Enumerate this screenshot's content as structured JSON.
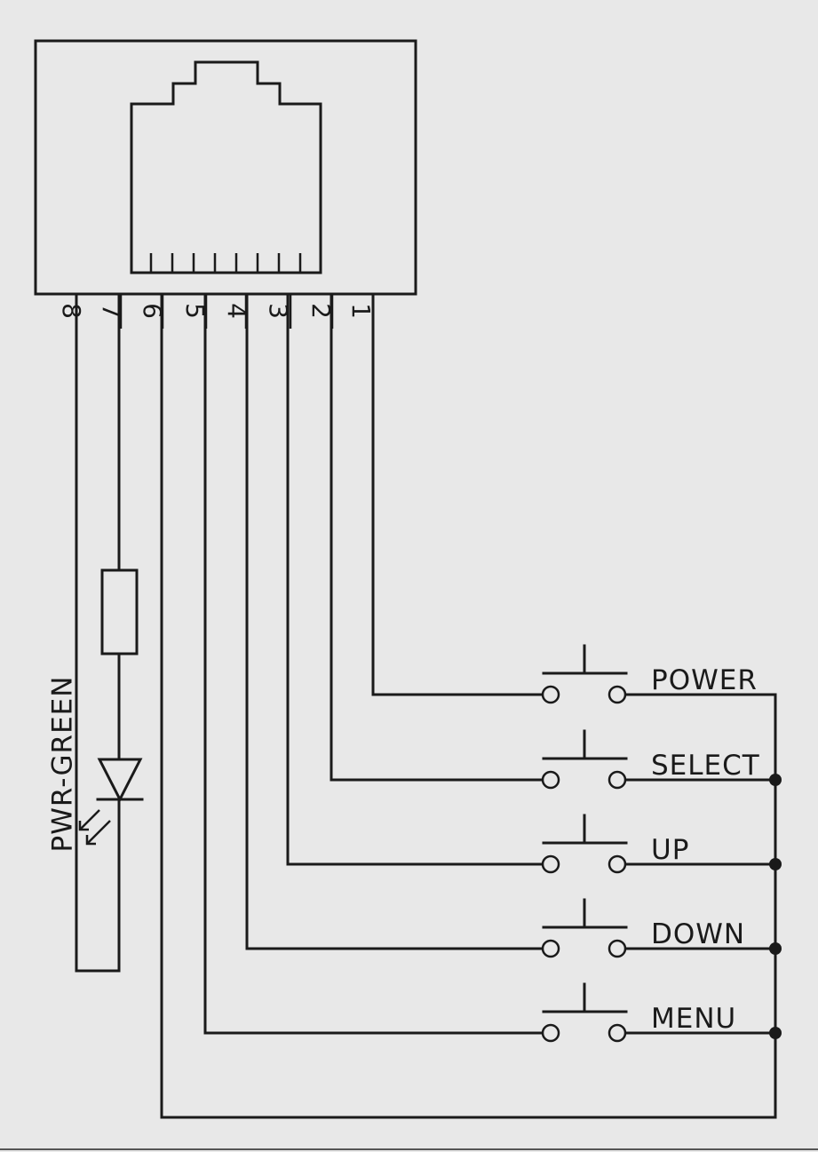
{
  "connector": {
    "pins": [
      "8",
      "7",
      "6",
      "5",
      "4",
      "3",
      "2",
      "1"
    ]
  },
  "led": {
    "label": "PWR-GREEN"
  },
  "buttons": [
    {
      "label": "POWER"
    },
    {
      "label": "SELECT"
    },
    {
      "label": "UP"
    },
    {
      "label": "DOWN"
    },
    {
      "label": "MENU"
    }
  ],
  "colors": {
    "background": "#e8e8e8",
    "ink": "#1a1a1a"
  }
}
